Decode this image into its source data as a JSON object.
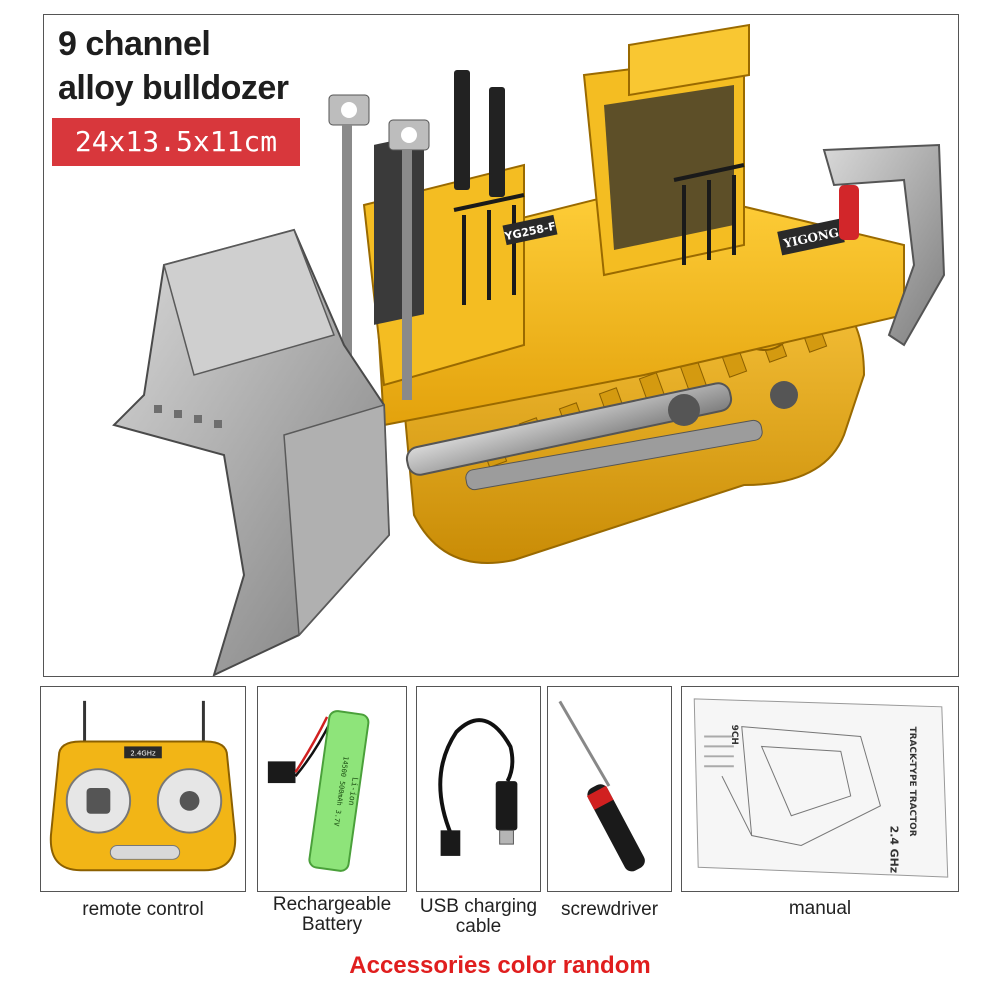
{
  "product": {
    "title_line1": "9 channel",
    "title_line2": "alloy bulldozer",
    "dimensions": "24x13.5x11cm",
    "model_plate": "YG258-F",
    "brand_plate": "YIGONG"
  },
  "accessories": [
    {
      "name": "remote-control",
      "label": "remote control"
    },
    {
      "name": "battery",
      "label_line1": "Rechargeable",
      "label_line2": "Battery",
      "print": "14500 500mAh 3.7V",
      "print_line2": "Li-ion"
    },
    {
      "name": "usb-cable",
      "label_line1": "USB charging",
      "label_line2": "cable"
    },
    {
      "name": "screwdriver",
      "label": "screwdriver"
    },
    {
      "name": "manual",
      "label": "manual",
      "heading": "TRACK-TYPE TRACTOR",
      "code": "9CH",
      "freq": "2.4 GHz"
    }
  ],
  "remote": {
    "freq": "2.4GHz"
  },
  "footer_note": "Accessories color random",
  "colors": {
    "accent_red": "#d8373c",
    "footer_red": "#e01e1e",
    "body_yellow": "#f2b516",
    "blade_gray": "#9a9a9a"
  }
}
